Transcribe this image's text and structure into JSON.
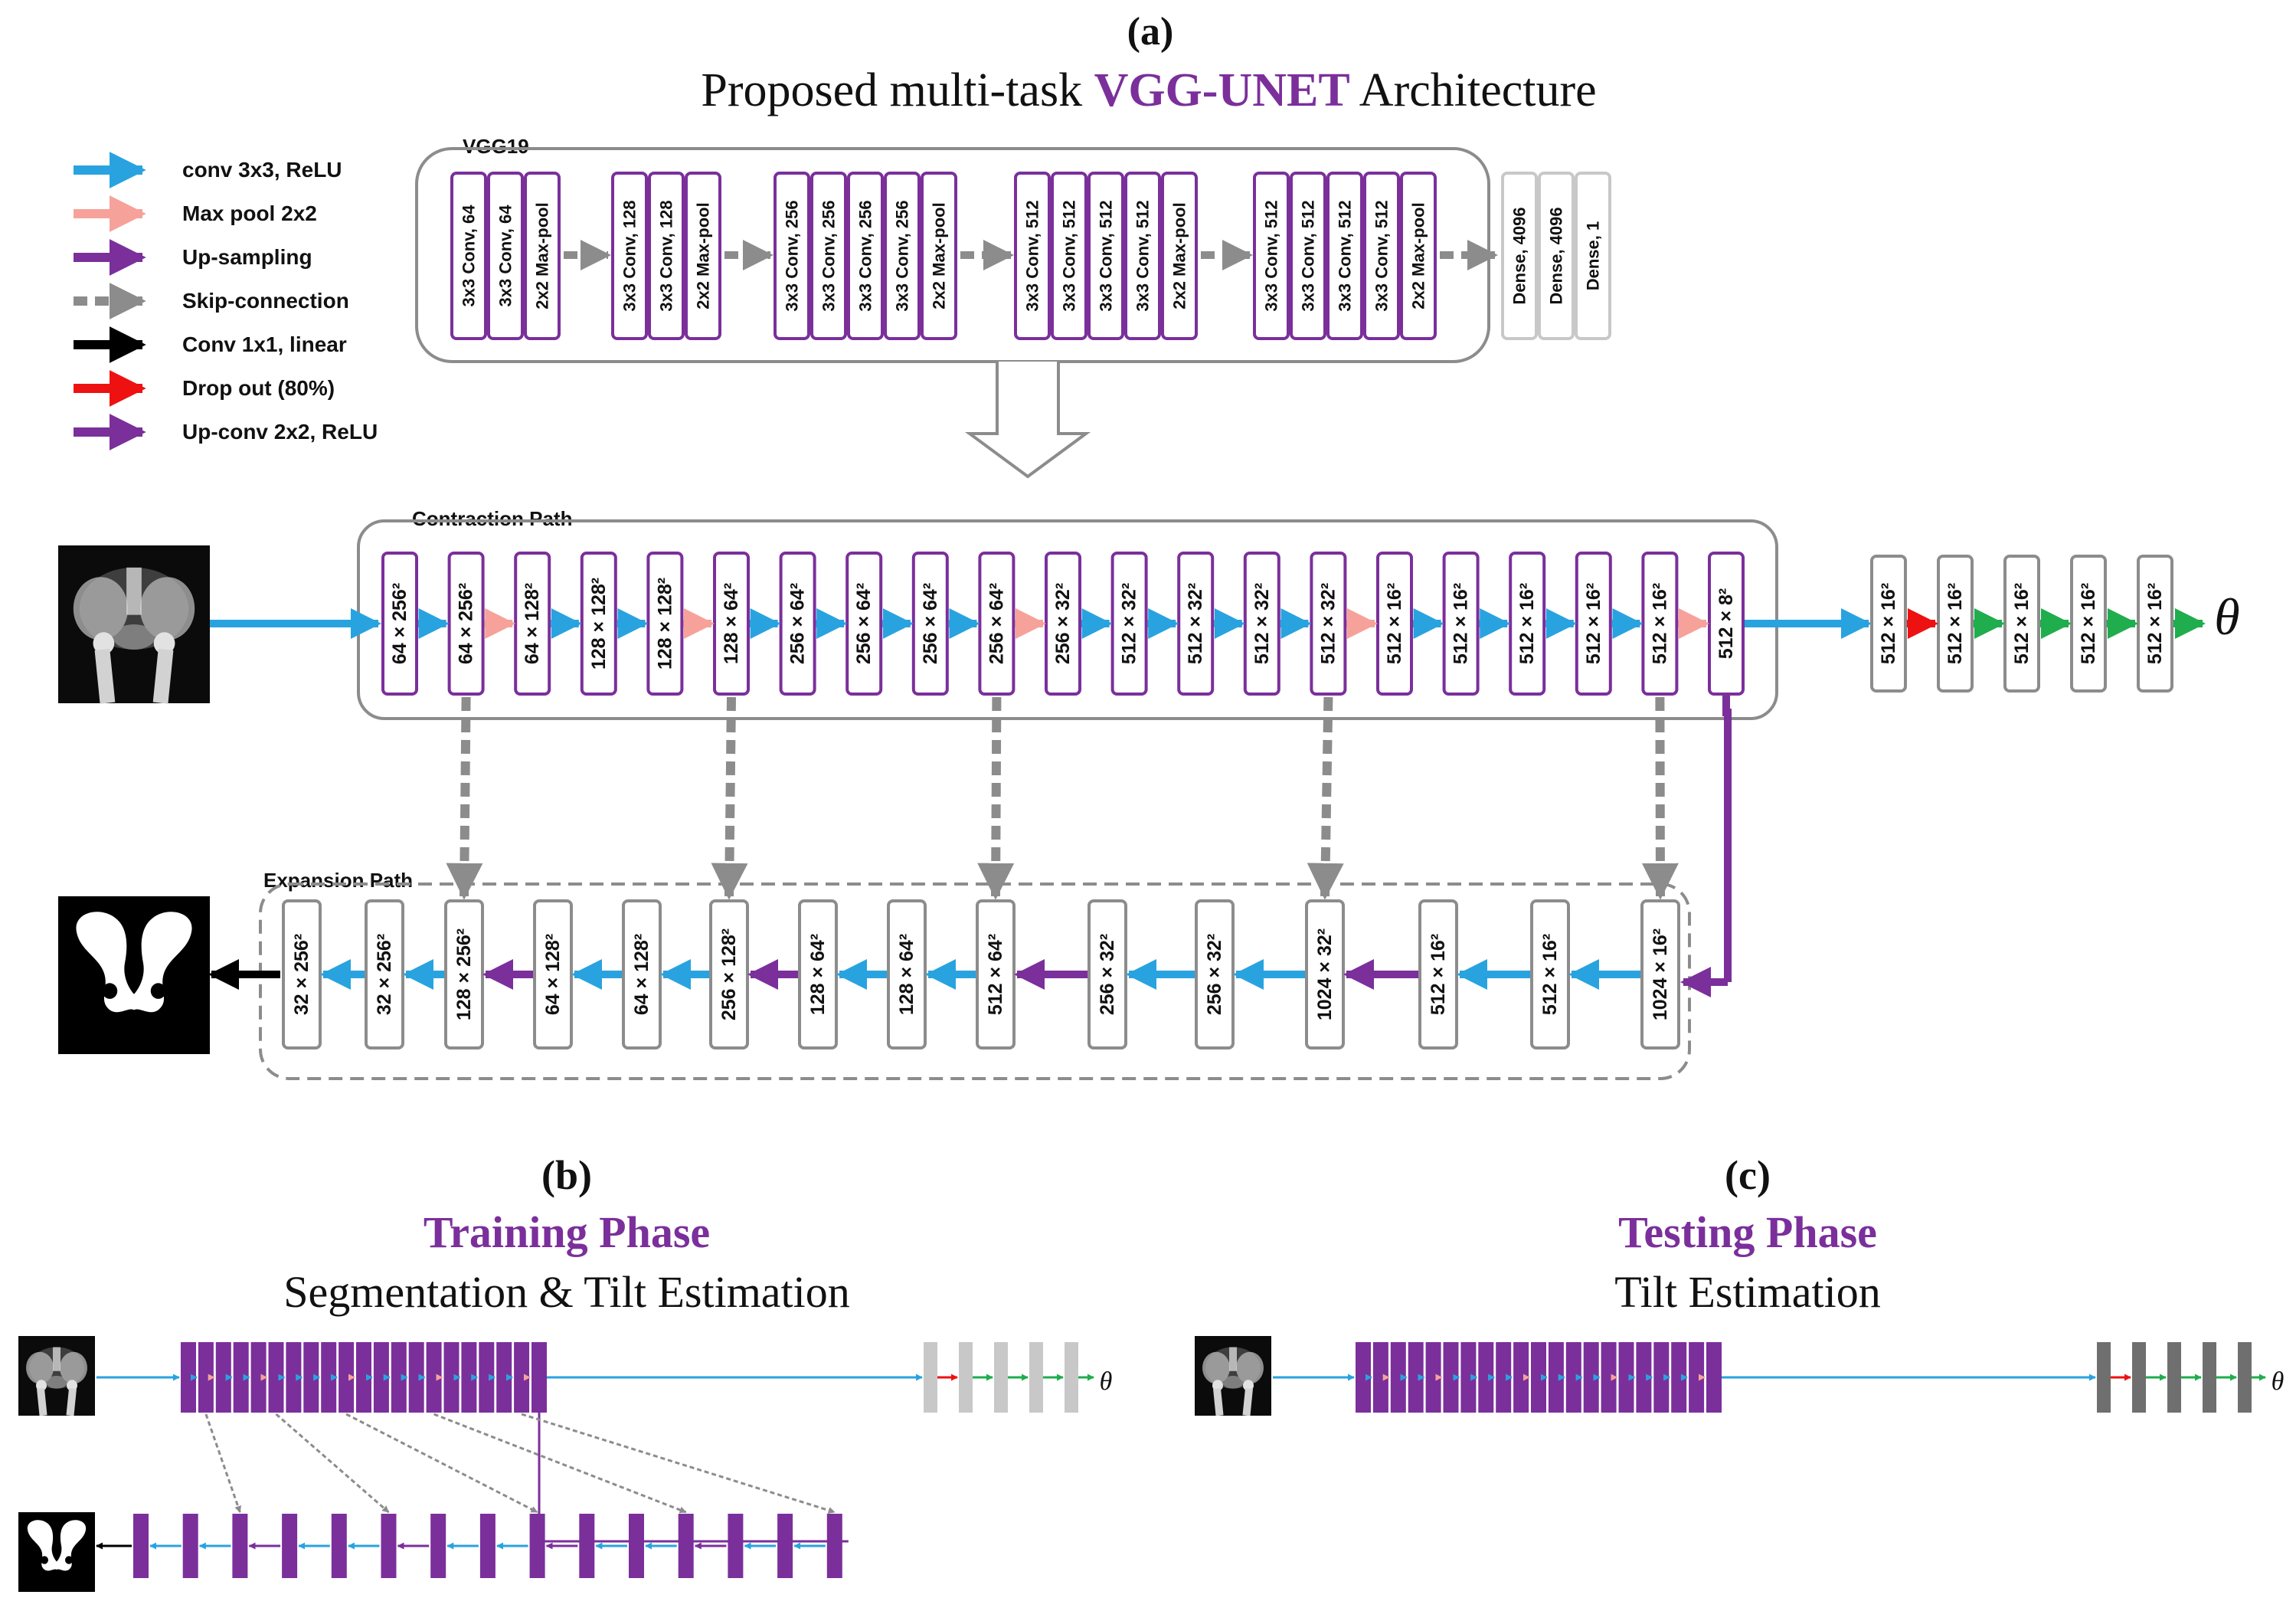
{
  "colors": {
    "conv": "#29a3df",
    "maxpool": "#f6a29a",
    "upsampling": "#7b2f9b",
    "skip": "#8c8c8c",
    "conv1x1": "#000000",
    "dropout": "#ee1111",
    "upconv": "#7b2f9b",
    "dense": "#1fad4d",
    "purple_box": "#7b2f9b",
    "gray_box": "#8c8c8c",
    "light_box": "#c8c8c8",
    "dark_box": "#6f6f6f"
  },
  "panel_a": {
    "label": "(a)",
    "title_pre": "Proposed multi-task ",
    "title_highlight": "VGG-UNET",
    "title_post": " Architecture"
  },
  "legend": [
    {
      "label": "conv 3x3, ReLU",
      "color_key": "conv",
      "dashed": false
    },
    {
      "label": "Max pool 2x2",
      "color_key": "maxpool",
      "dashed": false
    },
    {
      "label": "Up-sampling",
      "color_key": "upsampling",
      "dashed": false
    },
    {
      "label": "Skip-connection",
      "color_key": "skip",
      "dashed": true
    },
    {
      "label": "Conv 1x1, linear",
      "color_key": "conv1x1",
      "dashed": false
    },
    {
      "label": "Drop out (80%)",
      "color_key": "dropout",
      "dashed": false
    },
    {
      "label": "Up-conv 2x2, ReLU",
      "color_key": "upconv",
      "dashed": false
    }
  ],
  "vgg19": {
    "label": "VGG19",
    "groups": [
      [
        "3x3 Conv, 64",
        "3x3 Conv, 64",
        "2x2 Max-pool"
      ],
      [
        "3x3 Conv, 128",
        "3x3 Conv, 128",
        "2x2 Max-pool"
      ],
      [
        "3x3 Conv, 256",
        "3x3 Conv, 256",
        "3x3 Conv, 256",
        "3x3 Conv, 256",
        "2x2 Max-pool"
      ],
      [
        "3x3 Conv, 512",
        "3x3 Conv, 512",
        "3x3 Conv, 512",
        "3x3 Conv, 512",
        "2x2 Max-pool"
      ],
      [
        "3x3 Conv, 512",
        "3x3 Conv, 512",
        "3x3 Conv, 512",
        "3x3 Conv, 512",
        "2x2 Max-pool"
      ]
    ],
    "dense": [
      "Dense, 4096",
      "Dense, 4096",
      "Dense, 1"
    ]
  },
  "contraction": {
    "label": "Contraction Path",
    "boxes": [
      "64 × 256²",
      "64 × 256²",
      "64 × 128²",
      "128 × 128²",
      "128 × 128²",
      "128 × 64²",
      "256 × 64²",
      "256 × 64²",
      "256 × 64²",
      "256 × 64²",
      "256 × 32²",
      "512 × 32²",
      "512 × 32²",
      "512 × 32²",
      "512 × 32²",
      "512 × 16²",
      "512 × 16²",
      "512 × 16²",
      "512 × 16²",
      "512 × 16²",
      "512 × 8²"
    ],
    "arrows": [
      "conv",
      "maxpool",
      "conv",
      "conv",
      "maxpool",
      "conv",
      "conv",
      "conv",
      "conv",
      "maxpool",
      "conv",
      "conv",
      "conv",
      "conv",
      "maxpool",
      "conv",
      "conv",
      "conv",
      "conv",
      "maxpool"
    ]
  },
  "regression": {
    "boxes": [
      "512 × 16²",
      "512 × 16²",
      "512 × 16²",
      "512 × 16²",
      "512 × 16²"
    ],
    "arrows": [
      "conv",
      "dropout",
      "dense",
      "dense",
      "dense"
    ],
    "output": "θ"
  },
  "expansion": {
    "label": "Expansion Path",
    "boxes": [
      "32 × 256²",
      "32 × 256²",
      "128 × 256²",
      "64 × 128²",
      "64 × 128²",
      "256 × 128²",
      "128 × 64²",
      "128 × 64²",
      "512 × 64²",
      "256 × 32²",
      "256 × 32²",
      "1024 × 32²",
      "512 × 16²",
      "512 × 16²",
      "1024 × 16²"
    ],
    "arrows": [
      "conv",
      "conv",
      "upconv",
      "conv",
      "conv",
      "upconv",
      "conv",
      "conv",
      "upconv",
      "conv",
      "conv",
      "upconv",
      "conv",
      "conv"
    ]
  },
  "panel_b": {
    "label": "(b)",
    "title": "Training Phase",
    "subtitle": "Segmentation & Tilt Estimation",
    "output": "θ"
  },
  "panel_c": {
    "label": "(c)",
    "title": "Testing Phase",
    "subtitle": "Tilt Estimation",
    "output": "θ"
  }
}
